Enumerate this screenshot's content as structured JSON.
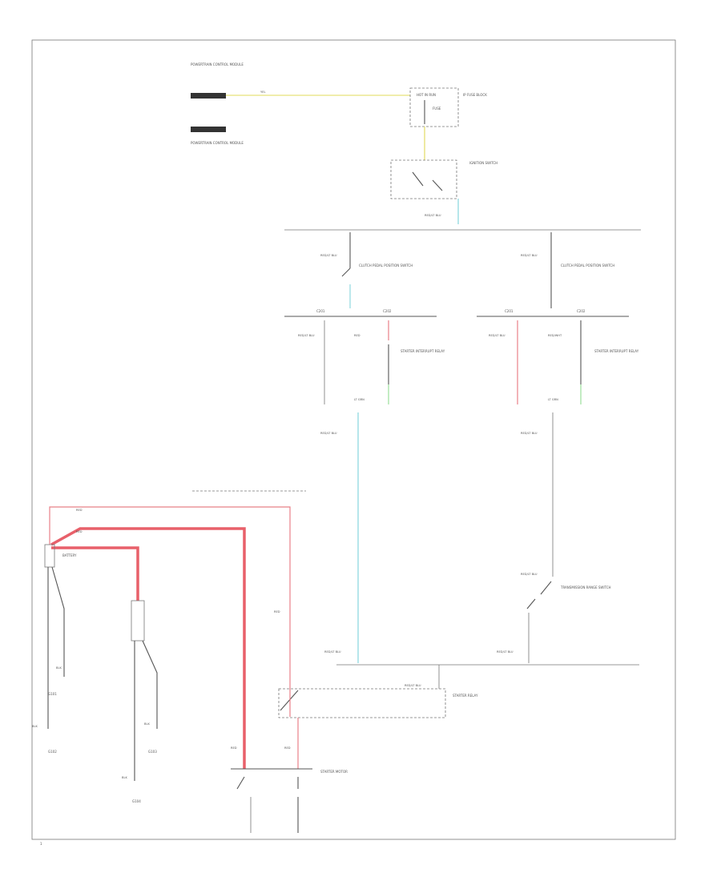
{
  "labels": {
    "pcm_top": "POWERTRAIN CONTROL MODULE",
    "pcm_bottom": "POWERTRAIN CONTROL MODULE",
    "fuse_block": "IP FUSE BLOCK",
    "fuse_hot": "HOT IN RUN",
    "fuse_name": "FUSE",
    "ignition": "IGNITION SWITCH",
    "clutch_upper_left": "CLUTCH PEDAL POSITION SWITCH",
    "clutch_upper_right": "CLUTCH PEDAL POSITION SWITCH",
    "conn_left_a": "C201",
    "conn_left_b": "C202",
    "conn_right_a": "C201",
    "conn_right_b": "C202",
    "relay_left": "STARTER INTERRUPT RELAY",
    "relay_right": "STARTER INTERRUPT RELAY",
    "trans_range": "TRANSMISSION RANGE SWITCH",
    "starter_relay": "STARTER RELAY",
    "starter_motor": "STARTER MOTOR",
    "battery": "BATTERY",
    "ground_g1": "G101",
    "ground_g2": "G102",
    "ground_g3": "G103",
    "ground_g4": "G104",
    "footer": "1"
  },
  "wires": {
    "yel": "YEL",
    "red": "RED",
    "red_lb": "RED/LT BLU",
    "blk": "BLK",
    "lt_grn": "LT GRN",
    "red_wht": "RED/WHT"
  },
  "colors": {
    "yellow": "#e6e27a",
    "cyan": "#8fd8e0",
    "red": "#e88088",
    "red_heavy": "#e8606a",
    "green": "#9be09b",
    "black": "#444444"
  }
}
